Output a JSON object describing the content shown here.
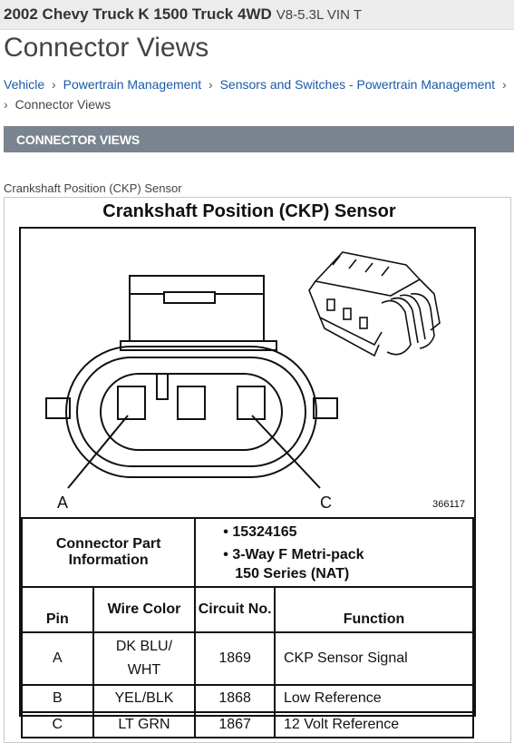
{
  "header": {
    "vehicle_title": "2002 Chevy Truck K 1500 Truck 4WD",
    "engine": "V8-5.3L VIN T"
  },
  "page_title": "Connector Views",
  "breadcrumb": {
    "items": [
      "Vehicle",
      "Powertrain Management",
      "Sensors and Switches - Powertrain Management"
    ],
    "current": "Connector Views"
  },
  "section_label": "CONNECTOR VIEWS",
  "figure": {
    "caption": "Crankshaft Position (CKP) Sensor",
    "title": "Crankshaft Position (CKP) Sensor",
    "callout_a": "A",
    "callout_c": "C",
    "diagram_number": "366117",
    "part_info_label": "Connector Part Information",
    "part_info": [
      "15324165",
      "3-Way F Metri-pack",
      "150 Series (NAT)"
    ],
    "bullet": "•",
    "headers": {
      "pin": "Pin",
      "wire_color": "Wire Color",
      "circuit": "Circuit No.",
      "function": "Function"
    },
    "rows": [
      {
        "pin": "A",
        "wire": "DK BLU/ WHT",
        "circuit": "1869",
        "function": "CKP Sensor Signal"
      },
      {
        "pin": "B",
        "wire": "YEL/BLK",
        "circuit": "1868",
        "function": "Low Reference"
      },
      {
        "pin": "C",
        "wire": "LT GRN",
        "circuit": "1867",
        "function": "12 Volt Reference"
      }
    ]
  }
}
